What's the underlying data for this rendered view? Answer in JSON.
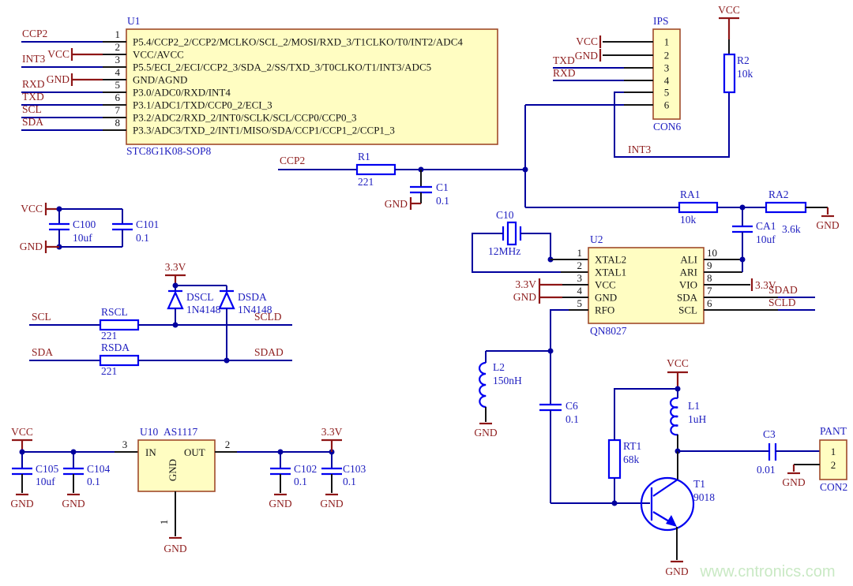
{
  "colors": {
    "wire": "#00009e",
    "symbol": "#0000f0",
    "power": "#8e1616",
    "blue-text": "#2020c0",
    "red-text": "#8e1d1d",
    "ink": "#141414",
    "box-fill": "#fffdc2",
    "box-border": "#a04a2a",
    "watermark": "#c9e9c4"
  },
  "watermark": "www.cntronics.com",
  "u1": {
    "ref": "U1",
    "part": "STC8G1K08-SOP8",
    "pins": [
      {
        "n": "1",
        "name": "P5.4/CCP2_2/CCP2/MCLKO/SCL_2/MOSI/RXD_3/T1CLKO/T0/INT2/ADC4",
        "net": "CCP2"
      },
      {
        "n": "2",
        "name": "VCC/AVCC",
        "net": "VCC"
      },
      {
        "n": "3",
        "name": "P5.5/ECI_2/ECI/CCP2_3/SDA_2/SS/TXD_3/T0CLKO/T1/INT3/ADC5",
        "net": "INT3"
      },
      {
        "n": "4",
        "name": "GND/AGND",
        "net": "GND"
      },
      {
        "n": "5",
        "name": "P3.0/ADC0/RXD/INT4",
        "net": "RXD"
      },
      {
        "n": "6",
        "name": "P3.1/ADC1/TXD/CCP0_2/ECI_3",
        "net": "TXD"
      },
      {
        "n": "7",
        "name": "P3.2/ADC2/RXD_2/INT0/SCLK/SCL/CCP0/CCP0_3",
        "net": "SCL"
      },
      {
        "n": "8",
        "name": "P3.3/ADC3/TXD_2/INT1/MISO/SDA/CCP1/CCP1_2/CCP1_3",
        "net": "SDA"
      }
    ]
  },
  "ips": {
    "ref": "IPS",
    "part": "CON6",
    "pins": [
      "1",
      "2",
      "3",
      "4",
      "5",
      "6"
    ],
    "net1": "VCC",
    "net2": "GND",
    "net3": "TXD",
    "net4": "RXD",
    "net5": "INT3"
  },
  "r2": {
    "ref": "R2",
    "val": "10k",
    "net": "VCC"
  },
  "rc_in": {
    "net": "CCP2",
    "r_ref": "R1",
    "r_val": "221",
    "c_ref": "C1",
    "c_val": "0.1",
    "gnd": "GND"
  },
  "decouple_vcc": {
    "vcc": "VCC",
    "gnd": "GND",
    "c1_ref": "C100",
    "c1_val": "10uf",
    "c2_ref": "C101",
    "c2_val": "0.1"
  },
  "i2c": {
    "rail": "3.3V",
    "d1_ref": "DSCL",
    "d1_val": "1N4148",
    "d2_ref": "DSDA",
    "d2_val": "1N4148",
    "scl": "SCL",
    "rscl_ref": "RSCL",
    "rscl_val": "221",
    "scld": "SCLD",
    "sda": "SDA",
    "rsda_ref": "RSDA",
    "rsda_val": "221",
    "sdad": "SDAD"
  },
  "reg": {
    "ref": "U10",
    "part": "AS1117",
    "in": "IN",
    "out": "OUT",
    "gnd": "GND",
    "pin_in": "3",
    "pin_out": "2",
    "pin_gnd": "1",
    "vcc": "VCC",
    "v33": "3.3V",
    "c105_ref": "C105",
    "c105_val": "10uf",
    "c104_ref": "C104",
    "c104_val": "0.1",
    "c102_ref": "C102",
    "c102_val": "0.1",
    "c103_ref": "C103",
    "c103_val": "0.1",
    "gnd1": "GND",
    "gnd2": "GND",
    "gnd3": "GND",
    "gnd4": "GND",
    "gnd5": "GND"
  },
  "fm": {
    "ref": "U2",
    "part": "QN8027",
    "xtal_ref": "C10",
    "xtal_val": "12MHz",
    "left": [
      {
        "n": "1",
        "name": "XTAL2"
      },
      {
        "n": "2",
        "name": "XTAL1"
      },
      {
        "n": "3",
        "name": "VCC"
      },
      {
        "n": "4",
        "name": "GND"
      },
      {
        "n": "5",
        "name": "RFO"
      }
    ],
    "right": [
      {
        "n": "10",
        "name": "ALI"
      },
      {
        "n": "9",
        "name": "ARI"
      },
      {
        "n": "8",
        "name": "VIO"
      },
      {
        "n": "7",
        "name": "SDA"
      },
      {
        "n": "6",
        "name": "SCL"
      }
    ],
    "v33_left": "3.3V",
    "gnd_left": "GND",
    "v33_right": "3.3V",
    "sdad": "SDAD",
    "scld": "SCLD"
  },
  "audio": {
    "ra1_ref": "RA1",
    "ra1_val": "10k",
    "ra2_ref": "RA2",
    "ra2_val": "3.6k",
    "ca1_ref": "CA1",
    "ca1_val": "10uf",
    "gnd": "GND"
  },
  "rf": {
    "l2_ref": "L2",
    "l2_val": "150nH",
    "l2_gnd": "GND",
    "c6_ref": "C6",
    "c6_val": "0.1",
    "rt1_ref": "RT1",
    "rt1_val": "68k",
    "vcc": "VCC",
    "l1_ref": "L1",
    "l1_val": "1uH",
    "t1_ref": "T1",
    "t1_val": "9018",
    "t1_gnd": "GND",
    "c3_ref": "C3",
    "c3_val": "0.01",
    "ant_ref": "PANT",
    "ant_part": "CON2",
    "ant_p1": "1",
    "ant_p2": "2",
    "ant_gnd": "GND"
  }
}
